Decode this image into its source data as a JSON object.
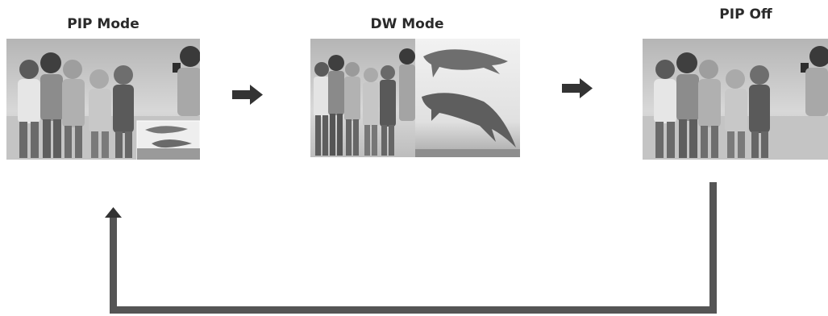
{
  "modes": [
    {
      "id": "pip",
      "label": "PIP Mode"
    },
    {
      "id": "dw",
      "label": "DW Mode"
    },
    {
      "id": "off",
      "label": "PIP Off"
    }
  ],
  "colors": {
    "arrow": "#333333",
    "return_line": "#555555",
    "photo_bg_light": "#d9d9d9",
    "photo_bg_dark": "#9a9a9a"
  }
}
